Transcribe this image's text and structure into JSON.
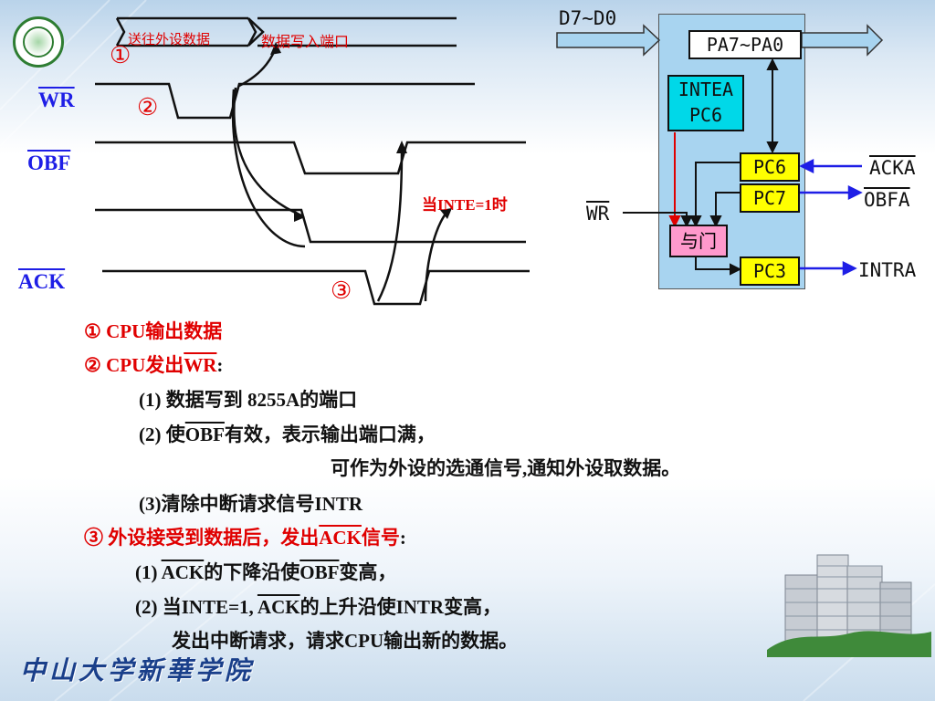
{
  "timing": {
    "label_wr": "WR",
    "label_obf": "OBF",
    "label_ack": "ACK",
    "data_a": "送往外设数据",
    "data_b": "数据写入端口",
    "step1_marker": "①",
    "step2_marker": "②",
    "step3_marker": "③",
    "inte_note": "当INTE=1时"
  },
  "chip": {
    "bus_label": "D7~D0",
    "port_reg": "PA7~PA0",
    "inte_reg_line1": "INTEA",
    "inte_reg_line2": "PC6",
    "pc6": "PC6",
    "pc7": "PC7",
    "pc3": "PC3",
    "and_gate": "与门",
    "wr_in": "WR",
    "acka": "ACKA",
    "obfa": "OBFA",
    "intra": "INTRA",
    "colors": {
      "chip_bg": "#a8d4f0",
      "pin_reg": "#ffff00",
      "inte_reg": "#00d8e8",
      "gate": "#ff99cc",
      "arrow_blue": "#1e1ee6",
      "arrow_red": "#e00000"
    }
  },
  "notes": {
    "l1_marker": "①",
    "l1_text": "CPU输出数据",
    "l2_marker": "②",
    "l2_pre": "CPU发出",
    "l2_wr": "WR",
    "l2_post": ":",
    "l3": "(1) 数据写到 8255A的端口",
    "l4_pre": "(2) 使",
    "l4_obf": "OBF",
    "l4_post": "有效，表示输出端口满，",
    "l5": "可作为外设的选通信号,通知外设取数据。",
    "l6": "(3)清除中断请求信号INTR",
    "l7_marker": "③",
    "l7_pre": "外设接受到数据后，发出",
    "l7_ack": "ACK",
    "l7_post": "信号",
    "l7_colon": ":",
    "l8_pre": "(1) ",
    "l8_ack": "ACK",
    "l8_mid": "的下降沿使",
    "l8_obf": "OBF",
    "l8_post": "变高，",
    "l9_pre": "(2) 当INTE=1, ",
    "l9_ack": "ACK",
    "l9_post": "的上升沿使INTR变高，",
    "l10": "发出中断请求，请求CPU输出新的数据。"
  },
  "footer": {
    "school": "中山大学新華学院"
  }
}
